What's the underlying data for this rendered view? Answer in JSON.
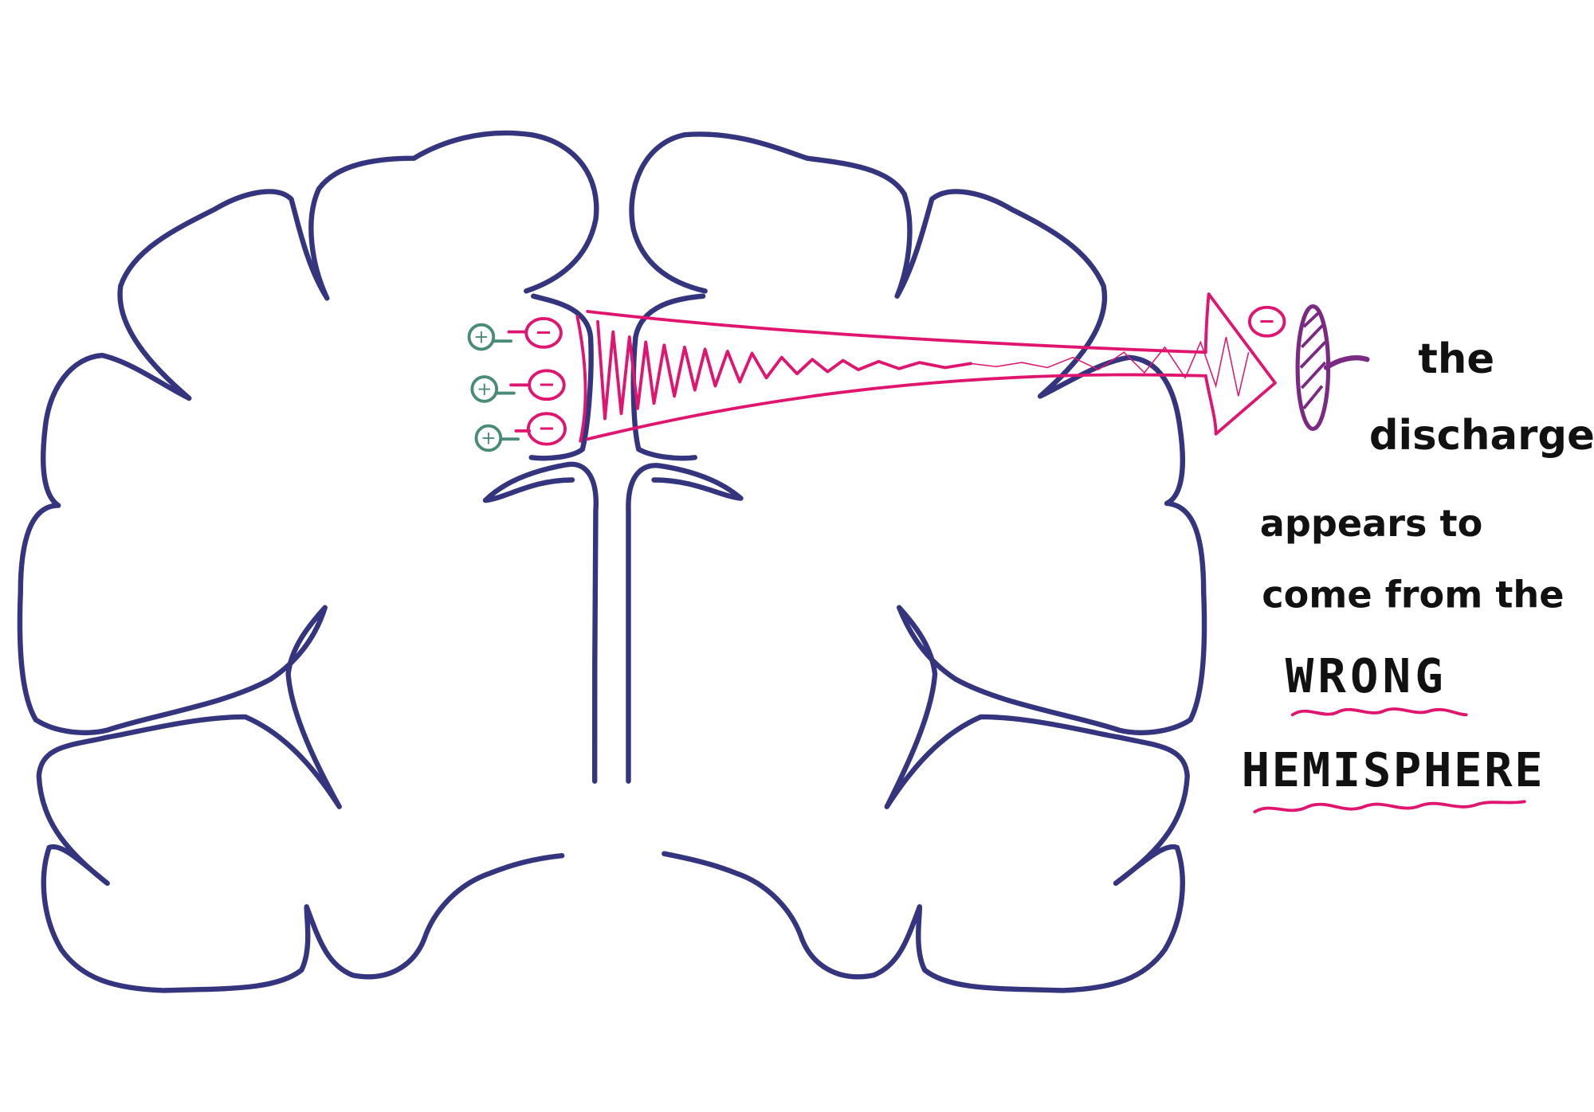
{
  "annotation": {
    "line1": "the",
    "line2": "discharge",
    "line3": "appears to",
    "line4": "come from the",
    "emphasis1": "WRONG",
    "emphasis2": "HEMISPHERE"
  },
  "symbols": {
    "positive": "+",
    "negative": "−"
  },
  "colors": {
    "brain_outline": "#34347f",
    "discharge": "#e0156f",
    "positive_charge": "#4a8a78",
    "electrode": "#7a2a82",
    "text": "#111111"
  }
}
